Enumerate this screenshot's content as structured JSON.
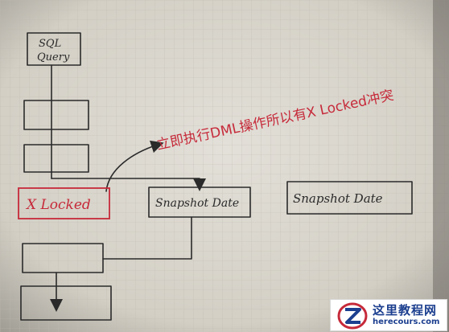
{
  "diagram": {
    "sql_query_label": "SQL\nQuery",
    "sql_label_line1": "SQL",
    "sql_label_line2": "Query",
    "x_locked_label": "X Locked",
    "snapshot_date_label_1": "Snapshot Date",
    "snapshot_date_label_2": "Snapshot Date",
    "annotation": "立即执行DML操作所以有X Locked冲突",
    "ink_black": "#2a2a2a",
    "ink_red": "#c62a3a",
    "paper_color": "#d7d3c9"
  },
  "watermark": {
    "title": "这里教程网",
    "url": "herecours.com",
    "brand_color": "#1c3f8f",
    "logo_icon": "z-logo-icon"
  }
}
